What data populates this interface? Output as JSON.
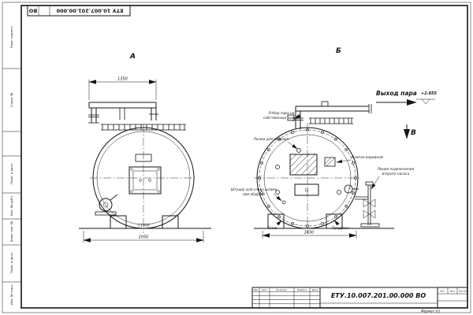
{
  "sheet": {
    "stamp_code": "ЕТУ 10.007.201.00.000",
    "stamp_suffix": "ВО",
    "format": "Формат А3"
  },
  "frame_labels": {
    "perv_primen": "Перв. примен.",
    "sprav_no": "Справ. №",
    "podp_data_1": "Подп. и дата",
    "inv_no_dubl": "Инв. № дубл.",
    "vzam_inv_no": "Взам. инв. №",
    "podp_data_2": "Подп. и дата",
    "inv_no_podl": "Инв. № подл."
  },
  "views": {
    "front_label": "А",
    "rear_label": "Б",
    "side_label": "В"
  },
  "dimensions": {
    "pipe_span": "1350",
    "shell_diameter": "∅1928",
    "overall_width": "2050",
    "rear_span": "1830",
    "steam_outlet_elevation": "+2.655"
  },
  "callouts": {
    "steam_outlet": "Выход пара",
    "own_needs_line1": "Отбор пара на",
    "own_needs_line2": "собственные нужды",
    "soot_hatches": "Лючки для обдувки",
    "explosion_valve": "Клапан взрывной",
    "second_pump_line1": "Линия подключения",
    "second_pump_line2": "второго насоса",
    "sludge_line1": "Штуцер для слива шлама",
    "sludge_line2": "при обдувке",
    "drain": "Слив",
    "blowdown": "Продувка"
  },
  "title_block": {
    "doc_number": "ЕТУ.10.007.201.00.000 ВО",
    "col_izm": "Изм",
    "col_list": "Лист",
    "col_doc": "№ докум.",
    "col_sign": "Подпись",
    "col_date": "Дата",
    "lit_label": "Лит.",
    "sheet_label": "Лист",
    "sheets_label": "Листов"
  }
}
